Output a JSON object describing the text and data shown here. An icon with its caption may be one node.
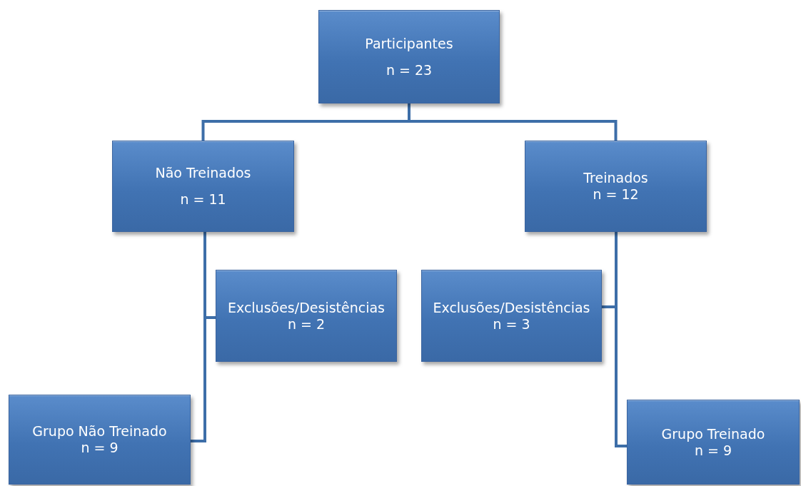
{
  "diagram": {
    "nodes": [
      {
        "text": [
          "Participantes",
          "n = 23"
        ]
      },
      {
        "text": [
          "Não Treinados",
          "n = 11"
        ]
      },
      {
        "text": [
          "Treinados",
          "n = 12"
        ]
      },
      {
        "text": [
          "Exclusões/Desistências",
          "n = 2"
        ]
      },
      {
        "text": [
          "Exclusões/Desistências",
          "n = 3"
        ]
      },
      {
        "text": [
          "Grupo Não Treinado",
          "n = 9"
        ]
      },
      {
        "text": [
          "Grupo Treinado",
          "n = 9"
        ]
      }
    ],
    "edges": [
      {
        "from": 0,
        "to": 1,
        "arrow": "none"
      },
      {
        "from": 0,
        "to": 2,
        "arrow": "none"
      },
      {
        "from": 1,
        "to": 3,
        "arrow": "none"
      },
      {
        "from": 1,
        "to": 5,
        "arrow": "none"
      },
      {
        "from": 2,
        "to": 4,
        "arrow": "none"
      },
      {
        "from": 2,
        "to": 6,
        "arrow": "none"
      }
    ]
  }
}
